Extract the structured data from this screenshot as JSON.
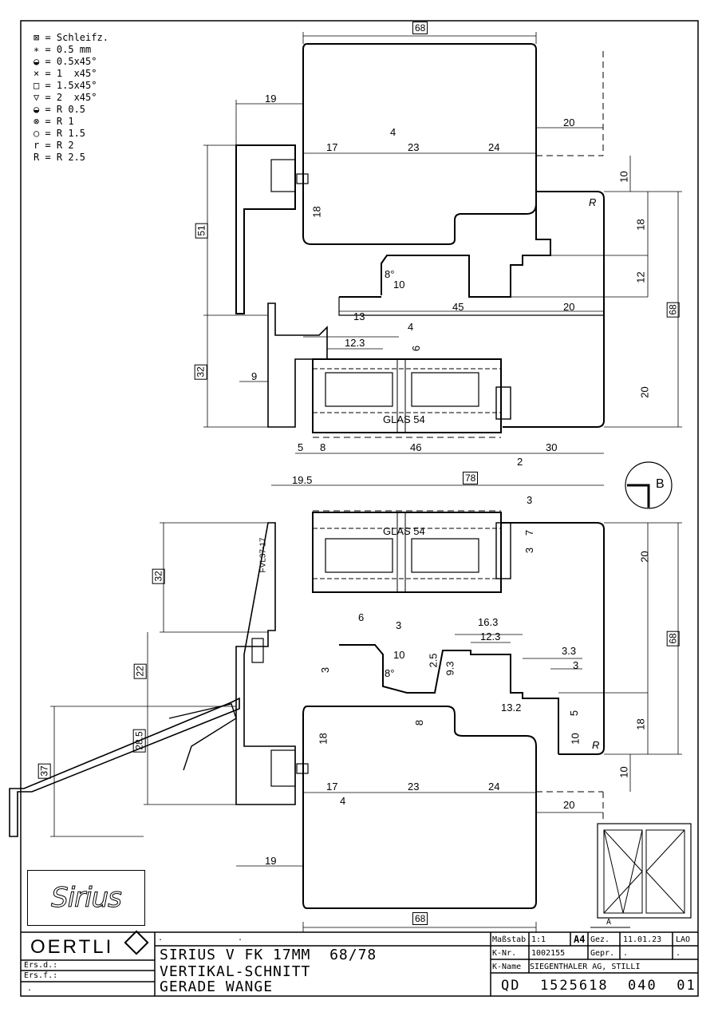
{
  "legend": [
    "⊠ = Schleifz.",
    "∗ = 0.5 mm",
    "◒ = 0.5x45°",
    "× = 1  x45°",
    "□ = 1.5x45°",
    "▽ = 2  x45°",
    "◒ = R 0.5",
    "⊗ = R 1",
    "○ = R 1.5",
    "r = R 2",
    "R = R 2.5"
  ],
  "dims": {
    "d68_top": "68",
    "d19_a": "19",
    "d4_a": "4",
    "d20_a": "20",
    "d17_a": "17",
    "d23_a": "23",
    "d24_a": "24",
    "d10_a": "10",
    "d51": "51",
    "d18_a": "18",
    "d18_b": "18",
    "d12": "12",
    "d8deg_a": "8°",
    "d10_b": "10",
    "d68_right_a": "68",
    "d13": "13",
    "d45": "45",
    "d20_b": "20",
    "d4_b": "4",
    "d12_3": "12.3",
    "d6_a": "6",
    "d32_a": "32",
    "d9": "9",
    "d20_c": "20",
    "glas_a": "GLAS 54",
    "d5": "5",
    "d8_a": "8",
    "d46": "46",
    "d30": "30",
    "d2": "2",
    "d19_5": "19.5",
    "d78": "78",
    "section_b": "B",
    "d3_a": "3",
    "d7": "7",
    "d3_b": "3",
    "d20_d": "20",
    "glas_b": "GLAS 54",
    "fvl": "FVL37-17",
    "d32_b": "32",
    "d68_right_b": "68",
    "d6_b": "6",
    "d3_c": "3",
    "d16_3": "16.3",
    "d12_3_b": "12.3",
    "d22": "22",
    "d10_c": "10",
    "d2_5": "2.5",
    "d9_3": "9.3",
    "d3_3": "3.3",
    "d3_d": "3",
    "d3_e": "3",
    "d8deg_b": "8°",
    "d13_2": "13.2",
    "d5_b": "5",
    "d8_b": "8",
    "d18_c": "18",
    "d10_d": "10",
    "d18_d": "18",
    "d28_5": "28.5",
    "d37": "37",
    "d10_e": "10",
    "d17_b": "17",
    "d23_b": "23",
    "d24_b": "24",
    "d4_c": "4",
    "d20_e": "20",
    "d19_b": "19",
    "d68_bottom": "68",
    "r_a": "R",
    "r_b": "R"
  },
  "logos": {
    "sirius": "Sirius",
    "oertli": "OERTLI"
  },
  "title_block": {
    "ers_d": "Ers.d.:",
    "ers_f": "Ers.f.:",
    "dot_a": ".",
    "dot_b": ".",
    "dot_c": ".",
    "title_line1": "SIRIUS V FK 17MM  68/78",
    "title_line2": "VERTIKAL-SCHNITT",
    "title_line3": "GERADE WANGE",
    "massstab_label": "Maßstab",
    "massstab_value": "1:1",
    "format": "A4",
    "gez_label": "Gez.",
    "gez_date": "11.01.23",
    "gez_name": "LAO",
    "knr_label": "K-Nr.",
    "knr_value": "1002155",
    "gepr_label": "Gepr.",
    "gepr_value": ".",
    "gepr_name": ".",
    "kname_label": "K-Name",
    "kname_value": "SIEGENTHALER AG, STILLI",
    "drawing_code": "QD  1525618  040  01   A",
    "mini_label": "A"
  }
}
